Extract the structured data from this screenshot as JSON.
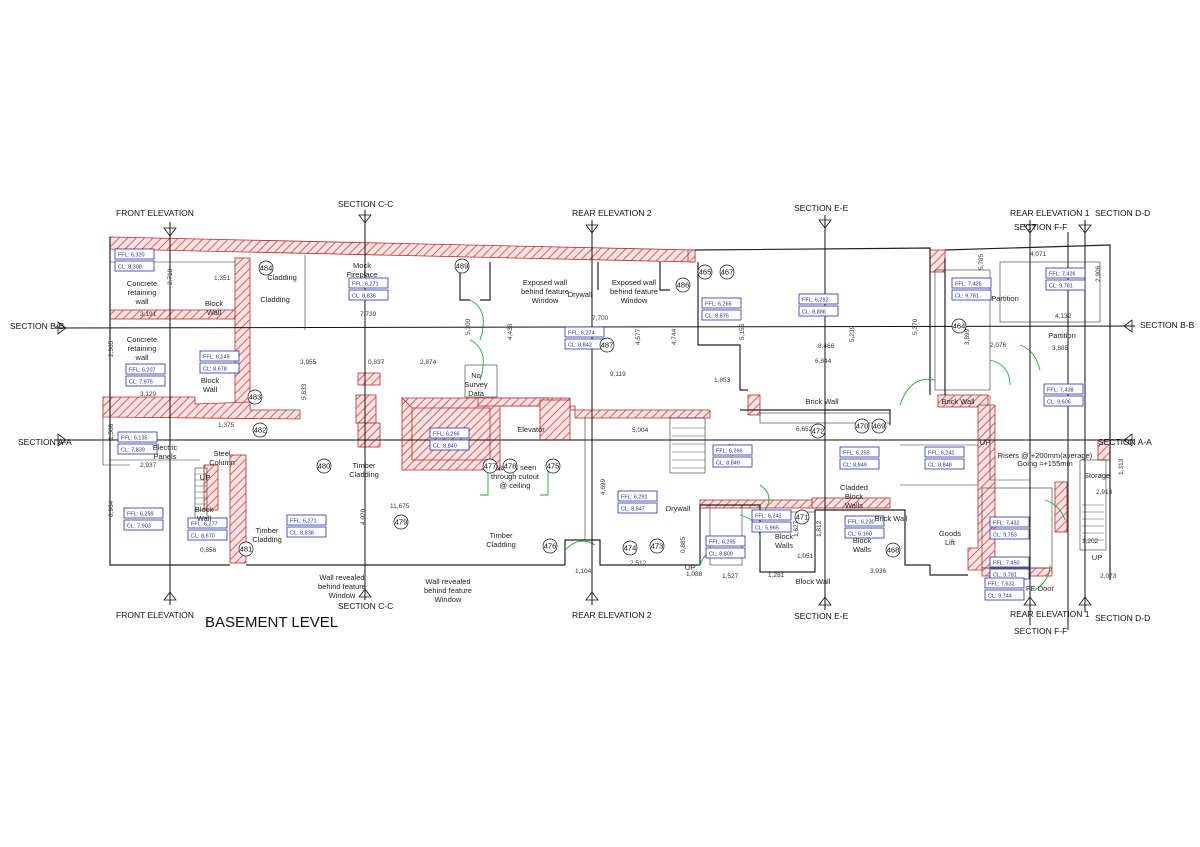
{
  "title": "BASEMENT LEVEL",
  "sections_top": [
    {
      "label": "FRONT ELEVATION"
    },
    {
      "label": "SECTION C-C"
    },
    {
      "label": "REAR ELEVATION 2"
    },
    {
      "label": "SECTION E-E"
    },
    {
      "label": "REAR ELEVATION 1"
    },
    {
      "label": "SECTION F-F"
    },
    {
      "label": "SECTION D-D"
    }
  ],
  "sections_bottom": [
    {
      "label": "FRONT ELEVATION"
    },
    {
      "label": "SECTION C-C"
    },
    {
      "label": "REAR ELEVATION 2"
    },
    {
      "label": "SECTION E-E"
    },
    {
      "label": "REAR ELEVATION 1"
    },
    {
      "label": "SECTION F-F"
    },
    {
      "label": "SECTION D-D"
    }
  ],
  "sections_side": [
    {
      "label": "SECTION B-B"
    },
    {
      "label": "SECTION B-B"
    },
    {
      "label": "SECTION A-A"
    },
    {
      "label": "SECTION A-A"
    }
  ],
  "labels": [
    "Concrete retaining wall",
    "Block Wall",
    "Cladding",
    "Cladding",
    "Mock Fireplace",
    "Exposed wall behind feature Window",
    "Drywall",
    "Exposed wall behind feature Window",
    "Partition",
    "Partition",
    "Concrete retaining wall",
    "Block Wall",
    "No Survey Data",
    "Brick Wall",
    "Brick Wall",
    "Elevator",
    "Electric Panels",
    "Steel Column",
    "Timber Cladding",
    "Wall as seen through cutout @ ceiling",
    "Cladded Block Walls",
    "Brick Wall",
    "Goods Lift",
    "Storage",
    "Block Wall",
    "Timber Cladding",
    "Timber Cladding",
    "Drywall",
    "Block Walls",
    "Block Walls",
    "Block Wall",
    "FE Door",
    "Wall revealed behind feature Window",
    "Wall revealed behind feature Window",
    "UP",
    "UP",
    "UP",
    "UP",
    "Risers @ +200mm(average)",
    "Going ≈+155mm"
  ],
  "levels": [
    {
      "ffl": "FFL: 6,320",
      "cl": "CL: 8,308"
    },
    {
      "ffl": "FFL: 6,271",
      "cl": "CL: 8,836"
    },
    {
      "ffl": "FFL: 6,265",
      "cl": "CL: 8,875"
    },
    {
      "ffl": "FFL: 6,292",
      "cl": "CL: 8,886"
    },
    {
      "ffl": "FFL: 7,426",
      "cl": "CL: 9,781"
    },
    {
      "ffl": "FFL: 7,426",
      "cl": "CL: 9,781"
    },
    {
      "ffl": "FFL: 6,207",
      "cl": "CL: 7,975"
    },
    {
      "ffl": "FFL: 6,149",
      "cl": "CL: 8,678"
    },
    {
      "ffl": "FFL: 6,274",
      "cl": "CL: 8,842"
    },
    {
      "ffl": "FFL: 7,438",
      "cl": "CL: 9,606"
    },
    {
      "ffl": "FFL: 6,135",
      "cl": "CL: 7,839"
    },
    {
      "ffl": "FFL: 6,266",
      "cl": "CL: 8,840"
    },
    {
      "ffl": "FFL: 6,266",
      "cl": "CL: 8,849"
    },
    {
      "ffl": "FFL: 6,255",
      "cl": "CL: 8,849"
    },
    {
      "ffl": "FFL: 6,241",
      "cl": "CL: 8,848"
    },
    {
      "ffl": "FFL: 6,259",
      "cl": "CL: 7,903"
    },
    {
      "ffl": "FFL: 6,277",
      "cl": "CL: 8,670"
    },
    {
      "ffl": "FFL: 6,271",
      "cl": "CL: 8,838"
    },
    {
      "ffl": "FFL: 6,291",
      "cl": "CL: 8,847"
    },
    {
      "ffl": "FFL: 6,243",
      "cl": "CL: 5,965"
    },
    {
      "ffl": "FFL: 6,230",
      "cl": "CL: 5,160"
    },
    {
      "ffl": "FFL: 6,295",
      "cl": "CL: 8,809"
    },
    {
      "ffl": "FFL: 7,432",
      "cl": "CL: 9,753"
    },
    {
      "ffl": "FFL: 7,450",
      "cl": "CL: 9,781"
    },
    {
      "ffl": "FFL: 7,632",
      "cl": "CL: 9,744"
    }
  ],
  "rooms": [
    "484",
    "489",
    "465",
    "467",
    "486",
    "464",
    "487",
    "483",
    "482",
    "480",
    "477",
    "478",
    "475",
    "472",
    "470",
    "469",
    "479",
    "481",
    "476",
    "474",
    "473",
    "471",
    "468"
  ],
  "dims": [
    "1,351",
    "2,718",
    "3,191",
    "7,739",
    "7,700",
    "4,071",
    "2,906",
    "4,132",
    "3,955",
    "0,837",
    "2,874",
    "9,119",
    "1,853",
    "8,466",
    "6,844",
    "2,076",
    "3,885",
    "2,365",
    "3,120",
    "1,375",
    "5,833",
    "5,300",
    "4,438",
    "4,577",
    "4,744",
    "5,156",
    "5,239",
    "5,370",
    "3,899",
    "5,785",
    "1,508",
    "2,937",
    "5,004",
    "6,652",
    "1,313",
    "2,913",
    "11,675",
    "4,020",
    "4,699",
    "3,262",
    "0,964",
    "0,856",
    "1,104",
    "2,512",
    "1,088",
    "1,527",
    "1,281",
    "3,936",
    "2,073",
    "1,202",
    "0,885",
    "1,627",
    "1,051",
    "1,812"
  ]
}
